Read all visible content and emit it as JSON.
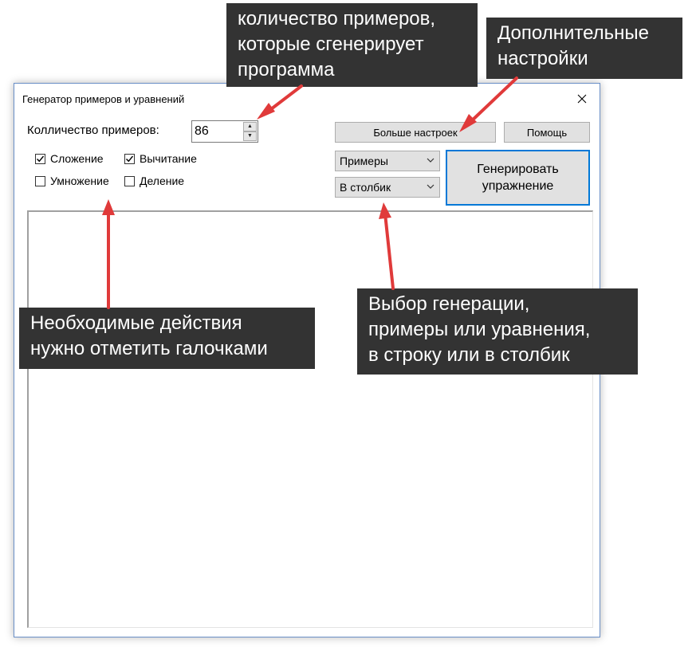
{
  "window": {
    "title": "Генератор примеров и уравнений"
  },
  "count": {
    "label": "Колличество примеров:",
    "value": "86"
  },
  "operations": {
    "addition": {
      "label": "Сложение",
      "checked": true
    },
    "subtraction": {
      "label": "Вычитание",
      "checked": true
    },
    "multiplication": {
      "label": "Умножение",
      "checked": false
    },
    "division": {
      "label": "Деление",
      "checked": false
    }
  },
  "buttons": {
    "more_settings": "Больше настроек",
    "help": "Помощь",
    "generate_line1": "Генерировать",
    "generate_line2": "упражнение"
  },
  "selects": {
    "type": "Примеры",
    "layout": "В столбик"
  },
  "callouts": {
    "count_lines": [
      "количество примеров,",
      "которые сгенерирует",
      "программа"
    ],
    "settings_lines": [
      "Дополнительные",
      "настройки"
    ],
    "actions_lines": [
      "Необходимые действия",
      "нужно отметить галочками"
    ],
    "selection_lines": [
      "Выбор генерации,",
      "примеры или уравнения,",
      "в строку или в столбик"
    ]
  },
  "colors": {
    "arrow": "#e03a3a",
    "callout_bg": "#333333",
    "focus_border": "#0078d7"
  }
}
